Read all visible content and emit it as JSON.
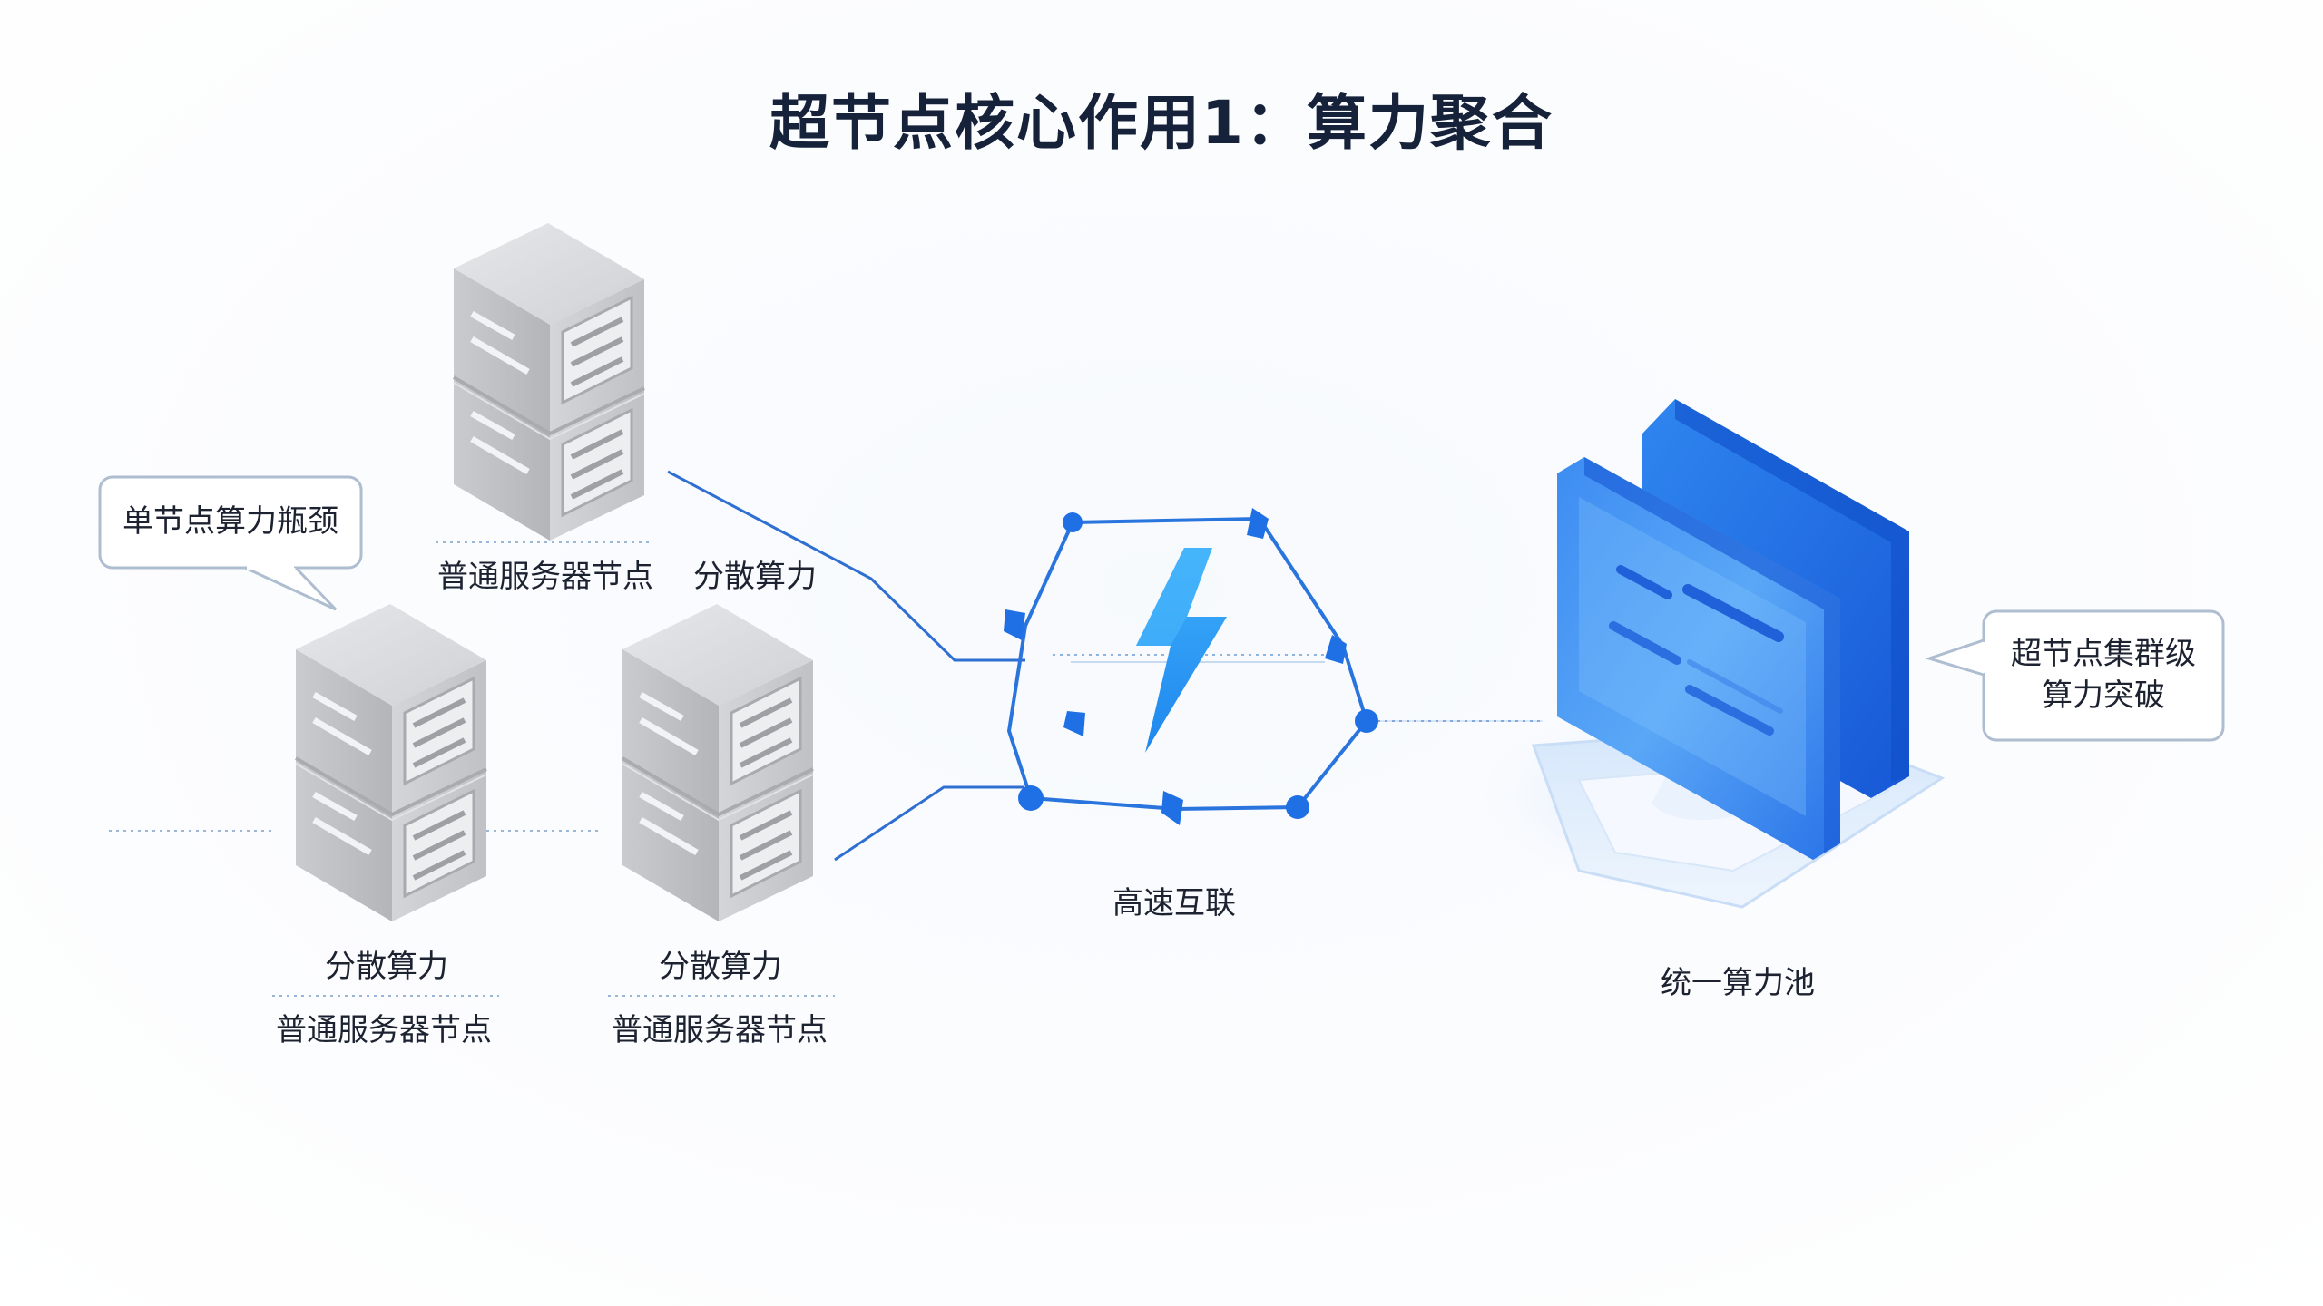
{
  "title": "超节点核心作用1：算力聚合",
  "bottleneck_callout": "单节点算力瓶颈",
  "servers": [
    {
      "node_label": "普通服务器节点",
      "compute_label": "分散算力"
    },
    {
      "node_label": "普通服务器节点",
      "compute_label": "分散算力"
    },
    {
      "node_label": "普通服务器节点",
      "compute_label": "分散算力"
    }
  ],
  "interconnect_label": "高速互联",
  "pool_label": "统一算力池",
  "breakthrough_callout": {
    "line1": "超节点集群级",
    "line2": "算力突破"
  },
  "colors": {
    "accent_blue": "#1f6fe5",
    "light_blue": "#5aa9f5",
    "bolt_blue": "#2b9cf4",
    "server_gray": "#c7c9cc",
    "title_color": "#16213a"
  },
  "icons": [
    "server-icon",
    "lightning-icon",
    "monitor-stack-icon"
  ]
}
